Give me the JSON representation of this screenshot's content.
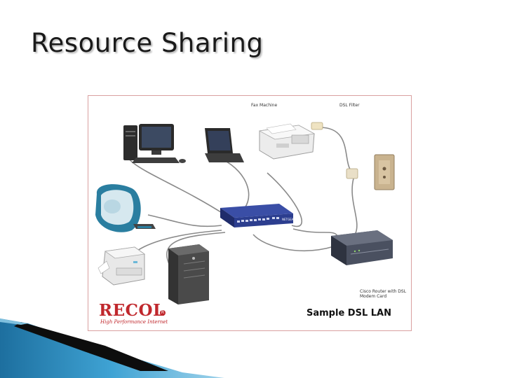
{
  "slide": {
    "title": "Resource Sharing"
  },
  "diagram": {
    "callouts": {
      "fax_machine": "Fax Machine",
      "dsl_filter": "DSL Filter",
      "router": "Cisco Router with DSL Modem Card"
    },
    "caption": "Sample DSL LAN",
    "brand": {
      "logo": "RECOL",
      "registered": "R",
      "tagline": "High Performance Internet"
    },
    "devices": [
      "desktop-pc",
      "laptop",
      "imac",
      "laser-printer",
      "tower-server",
      "network-switch",
      "fax-machine",
      "dsl-filter",
      "wall-phone-jack",
      "router"
    ],
    "colors": {
      "brand_red": "#c0282d",
      "swoosh_blue": "#2a8fc4",
      "switch_blue": "#2c3e8f",
      "cable_gray": "#8a8a8a"
    }
  }
}
